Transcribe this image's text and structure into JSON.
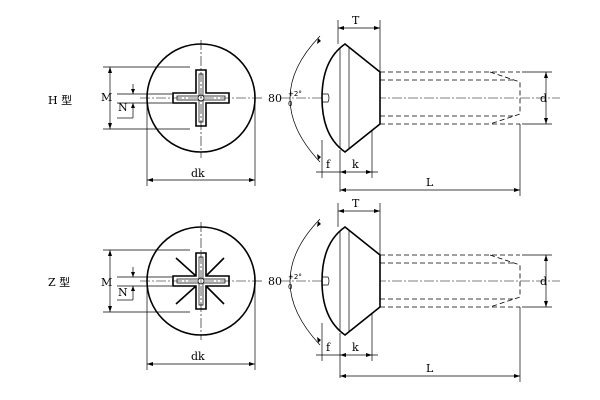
{
  "views": [
    {
      "type_label": "H 型",
      "m_label": "M",
      "n_label": "N",
      "dk_label": "dk",
      "angle_main": "80",
      "angle_sub": "0",
      "angle_sup": "+2°",
      "t_label": "T",
      "f_label": "f",
      "k_label": "k",
      "l_label": "L",
      "d_label": "d"
    },
    {
      "type_label": "Z 型",
      "m_label": "M",
      "n_label": "N",
      "dk_label": "dk",
      "angle_main": "80",
      "angle_sub": "0",
      "angle_sup": "+2°",
      "t_label": "T",
      "f_label": "f",
      "k_label": "k",
      "l_label": "L",
      "d_label": "d"
    }
  ]
}
